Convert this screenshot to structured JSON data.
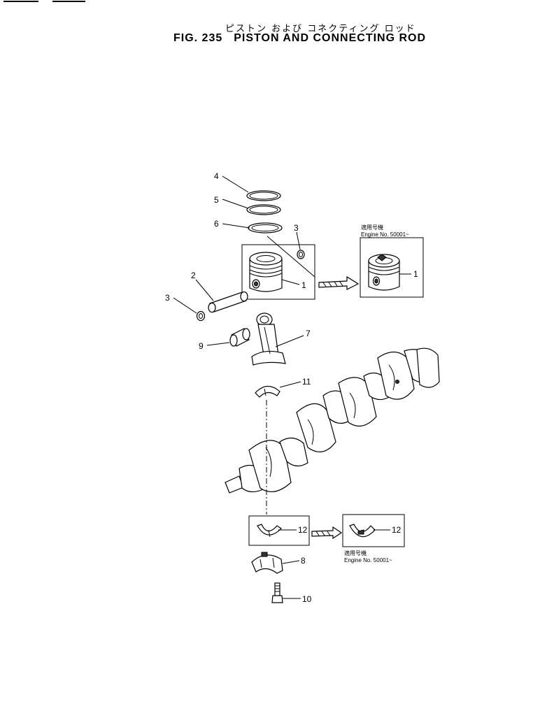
{
  "title": {
    "jp": "ピストン および コネクティング ロッド",
    "fig": "FIG. 235",
    "en": "PISTON AND CONNECTING ROD"
  },
  "callouts": {
    "c1": "1",
    "c1b": "1",
    "c2": "2",
    "c3a": "3",
    "c3b": "3",
    "c4": "4",
    "c5": "5",
    "c6": "6",
    "c7": "7",
    "c8": "8",
    "c9": "9",
    "c10": "10",
    "c11": "11",
    "c12": "12",
    "c12b": "12"
  },
  "notes": {
    "top_jp": "適用号機",
    "top_en": "Engine  No. 50001~",
    "bottom_jp": "適用号機",
    "bottom_en": "Engine  No. 50001~"
  }
}
